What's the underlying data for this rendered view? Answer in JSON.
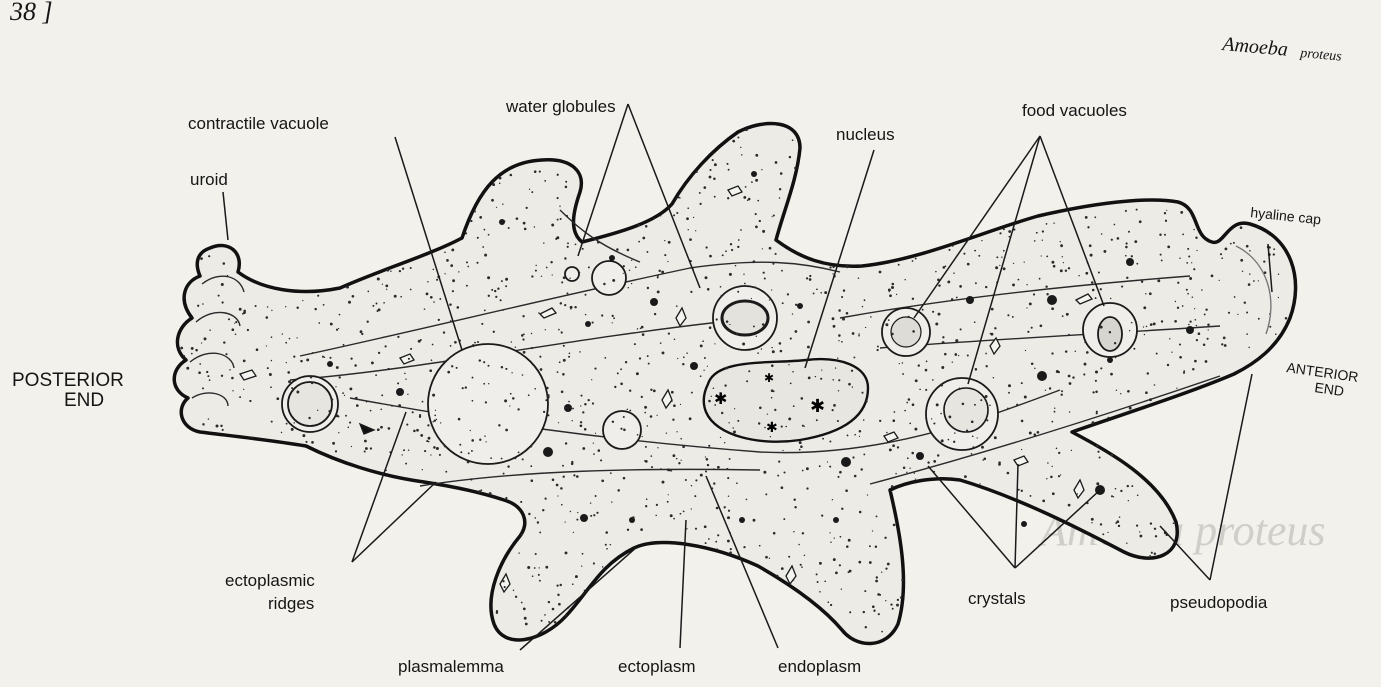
{
  "page": {
    "number": "38 ]",
    "running_head_genus": "Amoeba",
    "running_head_species": "proteus"
  },
  "labels": {
    "contractile_vacuole": "contractile vacuole",
    "water_globules": "water globules",
    "nucleus": "nucleus",
    "food_vacuoles": "food vacuoles",
    "uroid": "uroid",
    "hyaline_cap": "hyaline cap",
    "posterior_end_line1": "POSTERIOR",
    "posterior_end_line2": "END",
    "anterior_end_line1": "ANTERIOR",
    "anterior_end_line2": "END",
    "ectoplasmic_ridges_line1": "ectoplasmic",
    "ectoplasmic_ridges_line2": "ridges",
    "crystals": "crystals",
    "pseudopodia": "pseudopodia",
    "plasmalemma": "plasmalemma",
    "ectoplasm": "ectoplasm",
    "endoplasm": "endoplasm"
  },
  "watermark": "Amoeba proteus",
  "colors": {
    "paper": "#f2f1ec",
    "ink": "#111111",
    "cytoplasm": "#ecebe6"
  }
}
